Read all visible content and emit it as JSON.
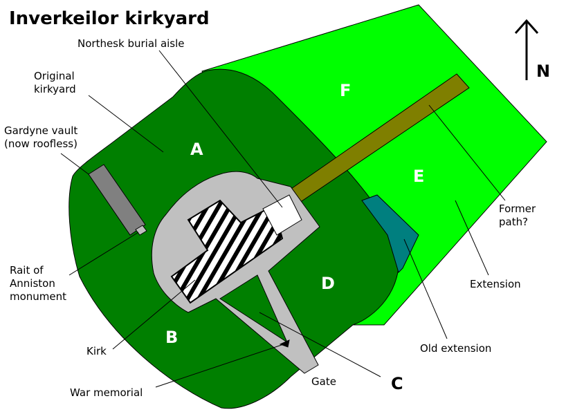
{
  "title": "Inverkeilor kirkyard",
  "labels": {
    "northesk": "Northesk burial aisle",
    "original_1": "Original",
    "original_2": "kirkyard",
    "gardyne_1": "Gardyne vault",
    "gardyne_2": "(now roofless)",
    "rait_1": "Rait of",
    "rait_2": "Anniston",
    "rait_3": "monument",
    "kirk": "Kirk",
    "war_memorial": "War memorial",
    "gate": "Gate",
    "former_path_1": "Former",
    "former_path_2": "path?",
    "extension": "Extension",
    "old_extension": "Old extension"
  },
  "zones": {
    "A": "A",
    "B": "B",
    "C": "C",
    "D": "D",
    "E": "E",
    "F": "F"
  },
  "north": "N",
  "colors": {
    "original_kirkyard": "#007f00",
    "extension": "#00ff00",
    "old_extension": "#007f7f",
    "former_path": "#7f7f00",
    "kirk_grounds": "#c0c0c0",
    "gardyne_vault": "#808080",
    "aisle": "#ffffff"
  }
}
